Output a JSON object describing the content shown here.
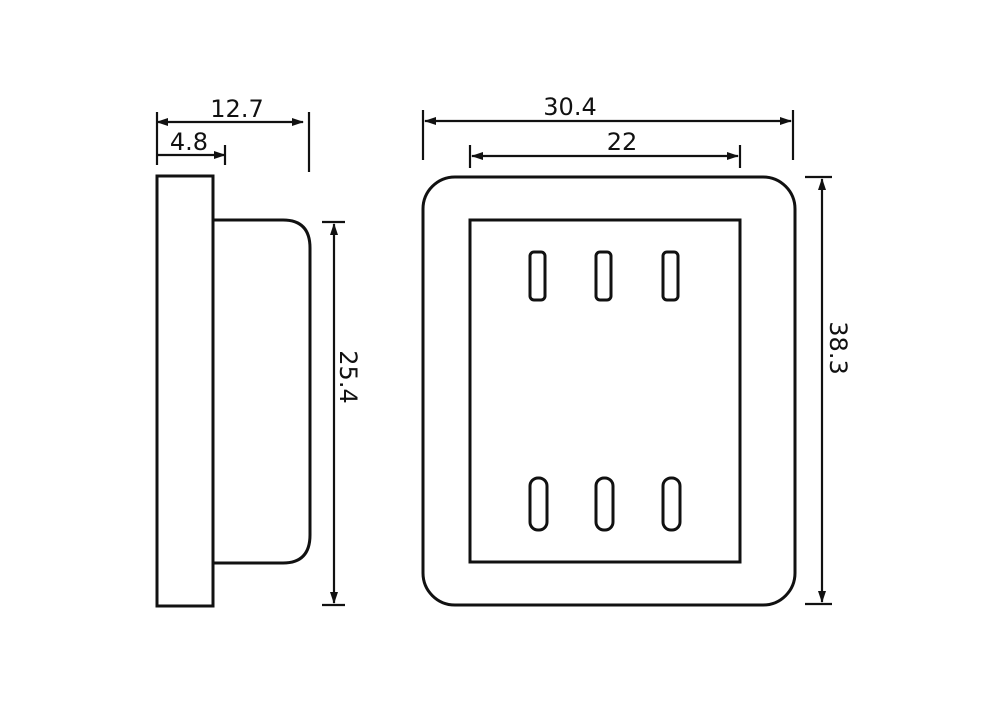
{
  "dimensions": {
    "side_total_width": "12.7",
    "side_flange_width": "4.8",
    "side_body_height": "25.4",
    "front_outer_width": "30.4",
    "front_inner_width": "22",
    "front_outer_height": "38.3"
  },
  "colors": {
    "line": "#111111",
    "background": "#ffffff"
  }
}
